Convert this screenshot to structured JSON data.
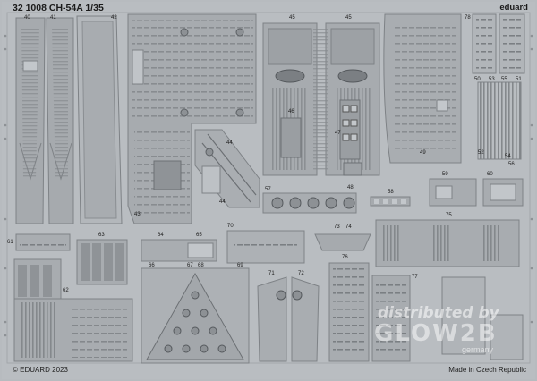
{
  "header": {
    "code": "32 1008",
    "title": "CH-54A 1/35"
  },
  "brand": "eduard",
  "footer": {
    "copyright": "© EDUARD 2023",
    "made_in": "Made in Czech Republic"
  },
  "watermark": {
    "line1": "distributed by",
    "line2": "GLOW2B",
    "line3": "germany"
  },
  "part_numbers": {
    "p40": "40",
    "p41": "41",
    "p42": "42",
    "p43": "43",
    "p44a": "44",
    "p44b": "44",
    "p45a": "45",
    "p45b": "45",
    "p46": "46",
    "p47": "47",
    "p48": "48",
    "p49": "49",
    "p50": "50",
    "p51": "51",
    "p52": "52",
    "p53": "53",
    "p54": "54",
    "p55": "55",
    "p56": "56",
    "p57": "57",
    "p58": "58",
    "p59": "59",
    "p60": "60",
    "p61": "61",
    "p62": "62",
    "p63": "63",
    "p64": "64",
    "p65": "65",
    "p66": "66",
    "p67": "67",
    "p68": "68",
    "p69": "69",
    "p70": "70",
    "p71": "71",
    "p72": "72",
    "p73": "73",
    "p74": "74",
    "p75": "75",
    "p76": "76",
    "p77": "77",
    "p78": "78"
  }
}
